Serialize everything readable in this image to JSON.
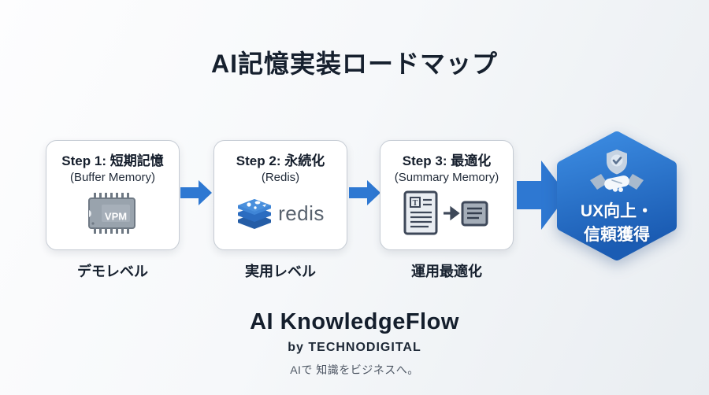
{
  "title": "AI記憶実装ロードマップ",
  "steps": [
    {
      "title": "Step 1: 短期記憶",
      "subtitle": "(Buffer Memory)",
      "icon": "memory-chip-icon",
      "chip_label": "VPM",
      "level": "デモレベル"
    },
    {
      "title": "Step 2: 永続化",
      "subtitle": "(Redis)",
      "icon": "redis-logo-icon",
      "logo_text": "redis",
      "level": "実用レベル"
    },
    {
      "title": "Step 3: 最適化",
      "subtitle": "(Summary Memory)",
      "icon": "document-summary-icon",
      "doc_letter": "T",
      "level": "運用最適化"
    }
  ],
  "outcome": {
    "icon": "shield-handshake-icon",
    "line1": "UX向上・",
    "line2": "信頼獲得"
  },
  "footer": {
    "brand": "AI KnowledgeFlow",
    "byline": "by TECHNODIGITAL",
    "tagline": "AIで 知識をビジネスへ。"
  },
  "colors": {
    "arrow_blue": "#2e78d2",
    "badge_gradient_top": "#3c8ce2",
    "badge_gradient_bottom": "#1b5cb3",
    "redis_blue_light": "#4a8fd8",
    "redis_blue_dark": "#2a62ae",
    "chip_gray": "#99a3ad",
    "text_dark": "#16202e"
  }
}
